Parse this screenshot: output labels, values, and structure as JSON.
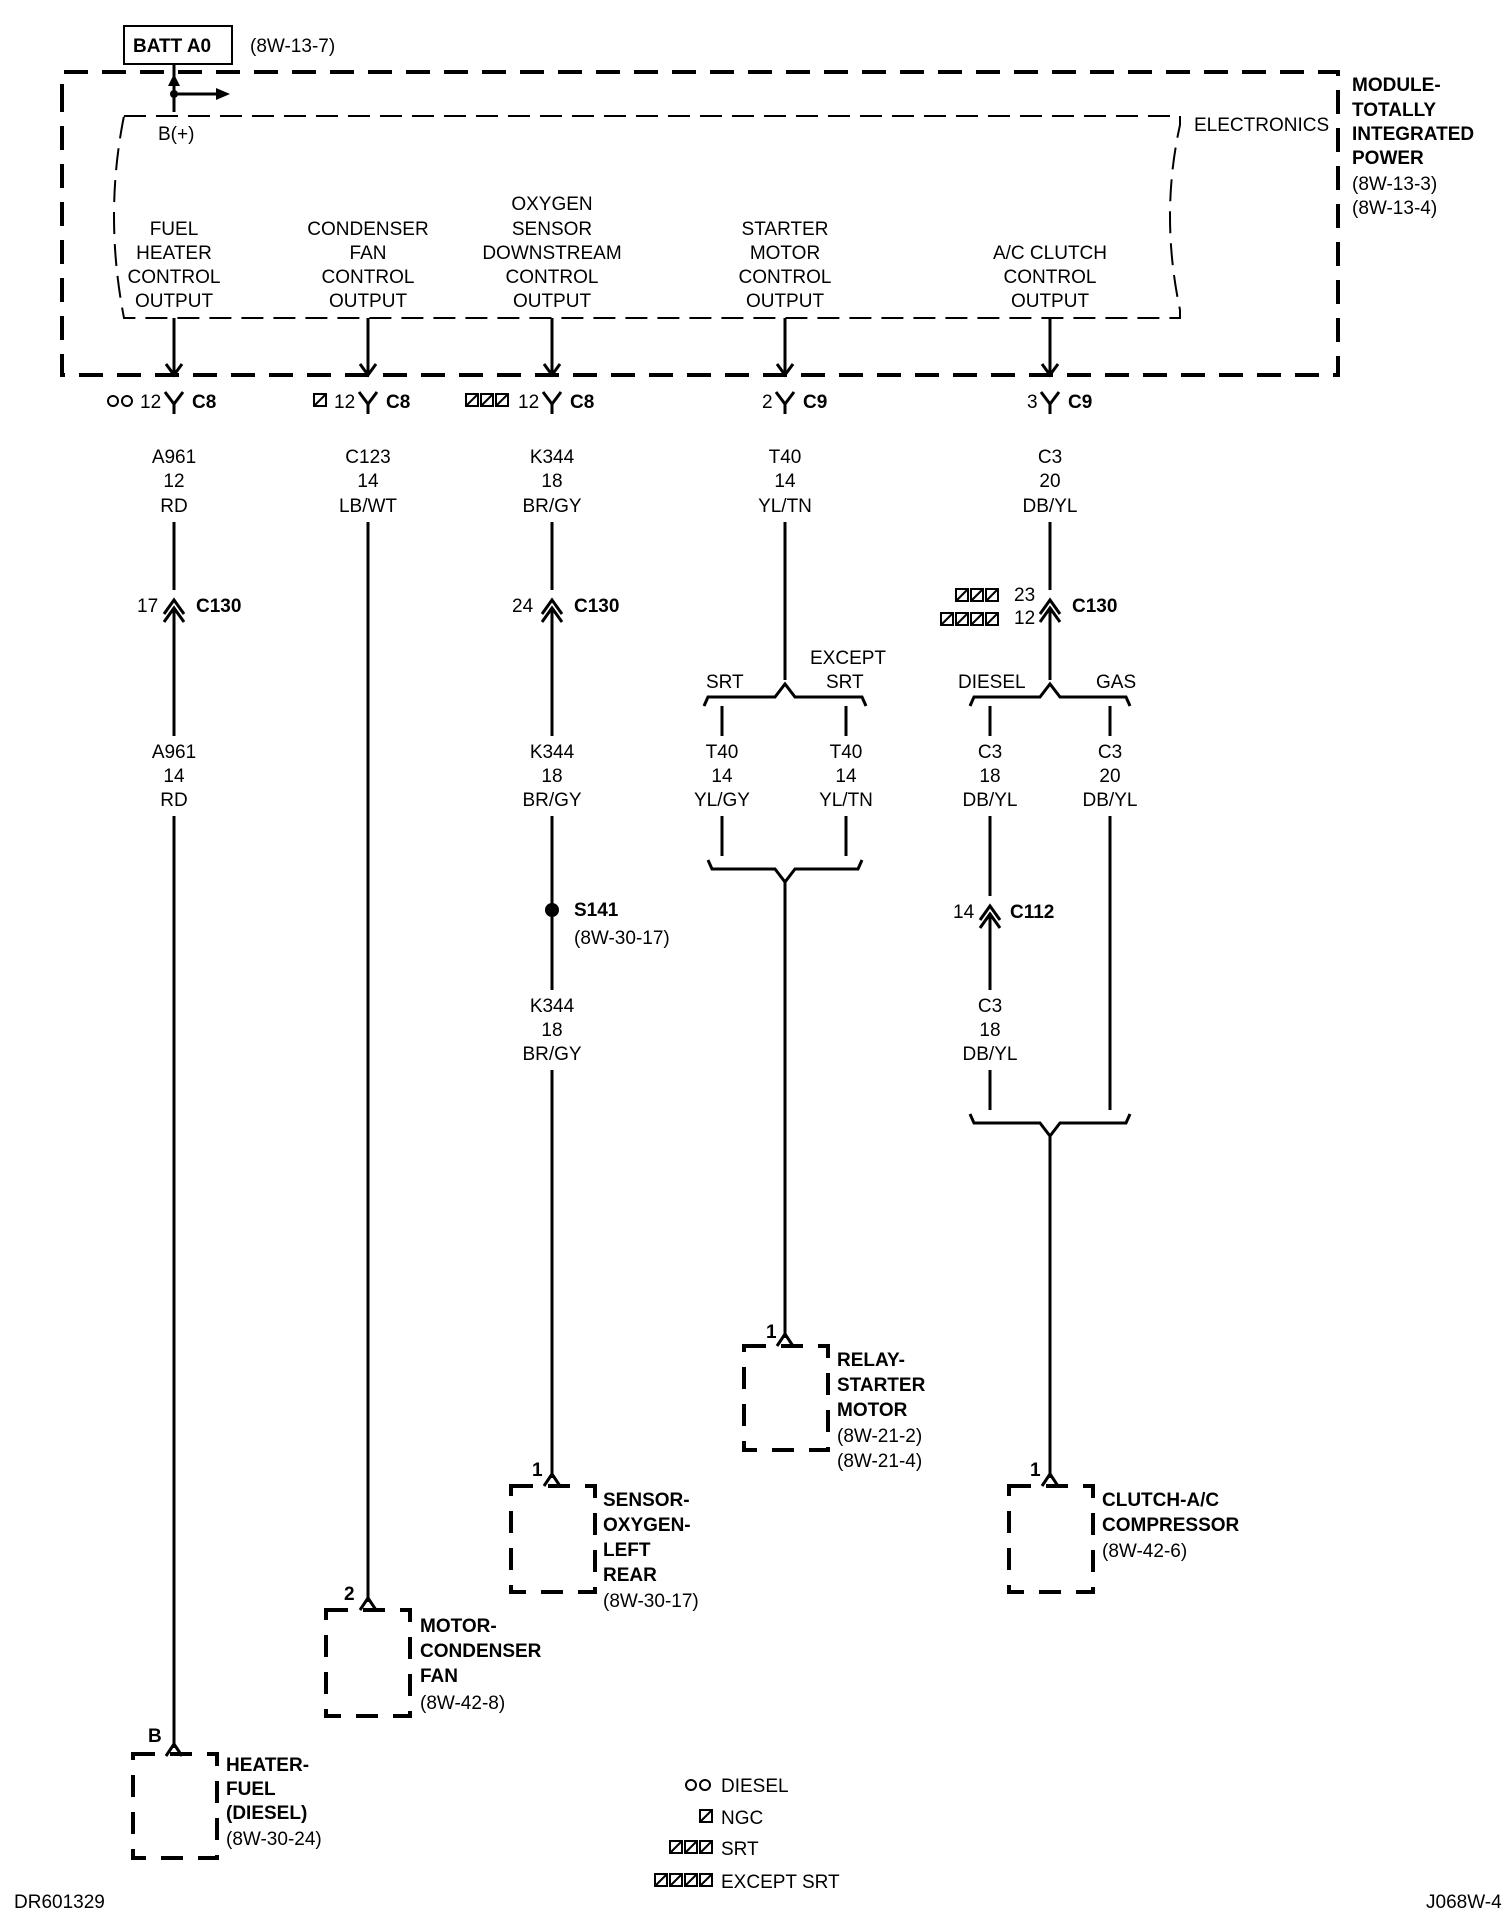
{
  "header": {
    "batt_label": "BATT A0",
    "batt_ref": "(8W-13-7)",
    "bplus": "B(+)",
    "electronics": "ELECTRONICS",
    "module": [
      "MODULE-",
      "TOTALLY",
      "INTEGRATED",
      "POWER"
    ],
    "module_refs": [
      "(8W-13-3)",
      "(8W-13-4)"
    ]
  },
  "outputs": [
    [
      "FUEL",
      "HEATER",
      "CONTROL",
      "OUTPUT"
    ],
    [
      "CONDENSER",
      "FAN",
      "CONTROL",
      "OUTPUT"
    ],
    [
      "OXYGEN",
      "SENSOR",
      "DOWNSTREAM",
      "CONTROL",
      "OUTPUT"
    ],
    [
      "STARTER",
      "MOTOR",
      "CONTROL",
      "OUTPUT"
    ],
    [
      "A/C CLUTCH",
      "CONTROL",
      "OUTPUT"
    ]
  ],
  "pins": [
    {
      "pin": "12",
      "conn": "C8"
    },
    {
      "pin": "12",
      "conn": "C8"
    },
    {
      "pin": "12",
      "conn": "C8"
    },
    {
      "pin": "2",
      "conn": "C9"
    },
    {
      "pin": "3",
      "conn": "C9"
    }
  ],
  "wires": {
    "w1a": [
      "A961",
      "12",
      "RD"
    ],
    "w2": [
      "C123",
      "14",
      "LB/WT"
    ],
    "w3a": [
      "K344",
      "18",
      "BR/GY"
    ],
    "w4": [
      "T40",
      "14",
      "YL/TN"
    ],
    "w5": [
      "C3",
      "20",
      "DB/YL"
    ],
    "w1b": [
      "A961",
      "14",
      "RD"
    ],
    "w3b": [
      "K344",
      "18",
      "BR/GY"
    ],
    "w3c": [
      "K344",
      "18",
      "BR/GY"
    ],
    "w4s": [
      "T40",
      "14",
      "YL/GY"
    ],
    "w4e": [
      "T40",
      "14",
      "YL/TN"
    ],
    "w5d": [
      "C3",
      "18",
      "DB/YL"
    ],
    "w5g": [
      "C3",
      "20",
      "DB/YL"
    ],
    "w5d2": [
      "C3",
      "18",
      "DB/YL"
    ]
  },
  "inline": {
    "c130_1": {
      "pin": "17",
      "conn": "C130"
    },
    "c130_3": {
      "pin": "24",
      "conn": "C130"
    },
    "c130_5": {
      "pin_a": "23",
      "pin_b": "12",
      "conn": "C130"
    },
    "c112": {
      "pin": "14",
      "conn": "C112"
    }
  },
  "splits": {
    "srt": "SRT",
    "except_srt": [
      "EXCEPT",
      "SRT"
    ],
    "diesel": "DIESEL",
    "gas": "GAS"
  },
  "splice": {
    "id": "S141",
    "ref": "(8W-30-17)"
  },
  "components": {
    "heater": {
      "pin": "B",
      "name": [
        "HEATER-",
        "FUEL",
        "(DIESEL)"
      ],
      "ref": "(8W-30-24)"
    },
    "motor": {
      "pin": "2",
      "name": [
        "MOTOR-",
        "CONDENSER",
        "FAN"
      ],
      "ref": "(8W-42-8)"
    },
    "sensor": {
      "pin": "1",
      "name": [
        "SENSOR-",
        "OXYGEN-",
        "LEFT",
        "REAR"
      ],
      "ref": "(8W-30-17)"
    },
    "relay": {
      "pin": "1",
      "name": [
        "RELAY-",
        "STARTER",
        "MOTOR"
      ],
      "refs": [
        "(8W-21-2)",
        "(8W-21-4)"
      ]
    },
    "clutch": {
      "pin": "1",
      "name": [
        "CLUTCH-A/C",
        "COMPRESSOR"
      ],
      "ref": "(8W-42-6)"
    }
  },
  "legend": [
    "DIESEL",
    "NGC",
    "SRT",
    "EXCEPT SRT"
  ],
  "footer": {
    "left": "DR601329",
    "right": "J068W-4"
  }
}
